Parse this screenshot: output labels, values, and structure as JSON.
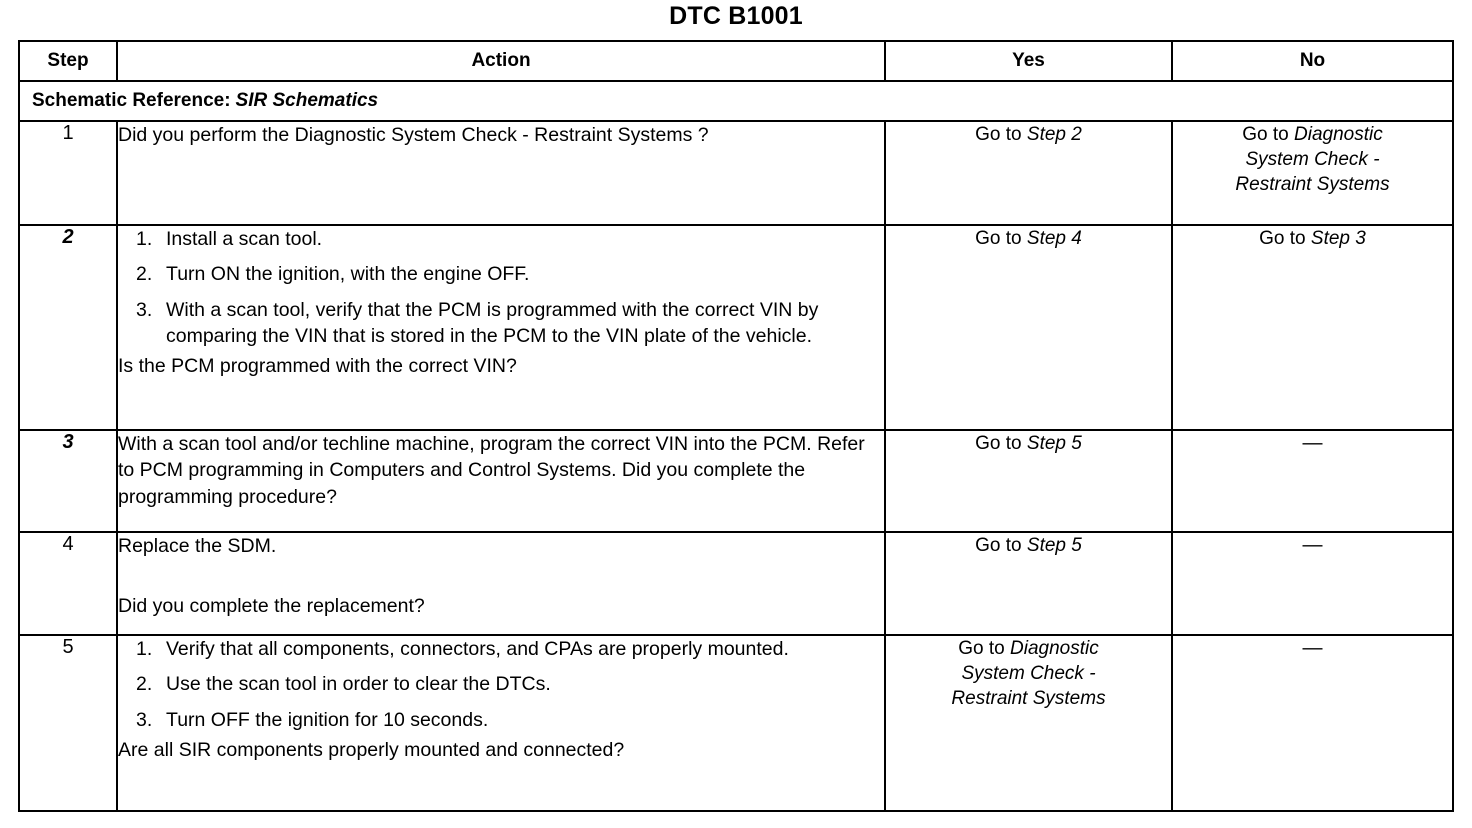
{
  "document": {
    "title": "DTC B1001"
  },
  "table": {
    "columns": [
      {
        "key": "step",
        "label": "Step"
      },
      {
        "key": "action",
        "label": "Action"
      },
      {
        "key": "yes",
        "label": "Yes"
      },
      {
        "key": "no",
        "label": "No"
      }
    ],
    "schematic": {
      "label": "Schematic Reference:",
      "value": "SIR Schematics"
    },
    "rows": [
      {
        "step": "1",
        "action": {
          "lead": "Did you perform the Diagnostic System Check - Restraint  Systems ?",
          "items": [],
          "tail": ""
        },
        "yes": {
          "prefix": "Go to ",
          "target": "Step 2"
        },
        "no": {
          "prefix": "Go to ",
          "target_line1": "Diagnostic",
          "target_line2": "System Check -",
          "target_line3": "Restraint Systems"
        }
      },
      {
        "step": "2",
        "action": {
          "lead": "",
          "items": [
            {
              "num": "1.",
              "text": "Install a scan tool."
            },
            {
              "num": "2.",
              "text": "Turn ON the ignition, with the engine OFF."
            },
            {
              "num": "3.",
              "text": "With a scan tool, verify that the PCM is programmed with the correct VIN by comparing the VIN that is stored in the PCM to the VIN plate of the vehicle."
            }
          ],
          "tail": "Is the PCM programmed with the correct VIN?"
        },
        "yes": {
          "prefix": "Go to ",
          "target": "Step 4"
        },
        "no": {
          "prefix": "Go to ",
          "target": "Step 3"
        }
      },
      {
        "step": "3",
        "action": {
          "lead": "With a scan tool and/or techline machine, program the correct VIN into the PCM. Refer to PCM programming in Computers  and Control  Systems. Did you complete the programming procedure?",
          "items": [],
          "tail": ""
        },
        "yes": {
          "prefix": "Go to ",
          "target": "Step 5"
        },
        "no": {
          "dash": "—"
        }
      },
      {
        "step": "4",
        "action": {
          "lead": "Replace the SDM.",
          "items": [],
          "tail": "Did you complete the replacement?"
        },
        "yes": {
          "prefix": "Go to ",
          "target": "Step 5"
        },
        "no": {
          "dash": "—"
        }
      },
      {
        "step": "5",
        "action": {
          "lead": "",
          "items": [
            {
              "num": "1.",
              "text": "Verify that all components, connectors, and CPAs are properly mounted."
            },
            {
              "num": "2.",
              "text": "Use the scan tool in order to clear the DTCs."
            },
            {
              "num": "3.",
              "text": "Turn OFF the ignition for 10 seconds."
            }
          ],
          "tail": "Are all SIR components properly mounted and connected?"
        },
        "yes": {
          "prefix": "Go to ",
          "target_line1": "Diagnostic",
          "target_line2": "System Check -",
          "target_line3": "Restraint Systems"
        },
        "no": {
          "dash": "—"
        }
      }
    ]
  }
}
